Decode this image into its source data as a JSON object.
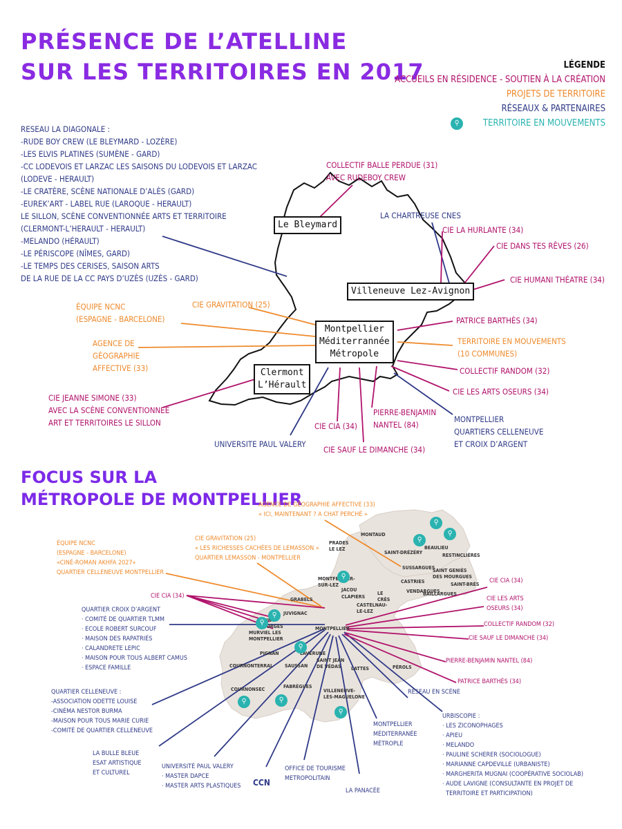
{
  "title": {
    "line1": "PRÉSENCE DE L’ATELLINE",
    "line2": "SUR LES TERRITOIRES EN 2017"
  },
  "legend": {
    "heading": "LÉGENDE",
    "residence": "ACCUEILS EN RÉSIDENCE - SOUTIEN À LA CRÉATION",
    "projets": "PROJETS DE TERRITOIRE",
    "reseaux": "RÉSEAUX & PARTENAIRES",
    "territoire": "TERRITOIRE EN MOUVEMENTS",
    "colors": {
      "residence": "#b0126b",
      "projets": "#ee8a2c",
      "reseaux": "#2f3a87",
      "territoire": "#2ab3b0"
    },
    "icon": "map-pin-icon"
  },
  "region": {
    "reseau": "RESEAU LA DIAGONALE :\n-RUDE BOY CREW (LE BLEYMARD - LOZÈRE)\n-LES ELVIS PLATINES (SUMÈNE - GARD)\n-CC LODEVOIS ET LARZAC LES SAISONS DU LODEVOIS ET LARZAC\n(LODEVE - HERAULT)\n-LE CRATÈRE, SCÈNE NATIONALE D’ALÈS (GARD)\n-EUREK’ART - LABEL RUE (LAROQUE - HERAULT)\nLE SILLON, SCÈNE CONVENTIONNÉE ARTS ET TERRITOIRE\n(CLERMONT-L’HERAULT - HERAULT)\n-MELANDO (HÉRAULT)\n-LE PÉRISCOPE (NÎMES, GARD)\n-LE TEMPS DES CERISES, SAISON ARTS\nDE LA RUE DE LA CC PAYS D’UZÈS (UZÈS - GARD)",
    "balle": "COLLECTIF BALLE PERDUE (31)\nAVEC RUDEBOY CREW",
    "chartreuse": "LA CHARTREUSE CNES",
    "hurlante": "CIE LA HURLANTE (34)",
    "reves": "CIE DANS TES RÊVES (26)",
    "humani": "CIE HUMANI THÉATRE (34)",
    "ncnc": "ÉQUIPE NCNC\n(ESPAGNE - BARCELONE)",
    "gravitation": "CIE GRAVITATION (25)",
    "agence": "AGENCE DE\nGÉOGRAPHIE\nAFFECTIVE (33)",
    "patrice": "PATRICE BARTHÈS (34)",
    "tem": "TERRITOIRE EN MOUVEMENTS\n(10 COMMUNES)",
    "random": "COLLECTIF RANDOM (32)",
    "oseurs": "CIE LES ARTS OSEURS (34)",
    "jeanne": "CIE JEANNE SIMONE (33)\nAVEC LA SCÈNE CONVENTIONNEE\nART ET TERRITOIRES LE SILLON",
    "upv": "UNIVERSITE PAUL VALERY",
    "cia": "CIE CIA (34)",
    "sauf": "CIE SAUF LE DIMANCHE (34)",
    "pbn": "PIERRE-BENJAMIN\nNANTEL (84)",
    "mqc": "MONTPELLIER\nQUARTIERS CELLENEUVE\nET CROIX D’ARGENT",
    "box_bleymard": "Le Bleymard",
    "box_villeneuve": "Villeneuve Lez-Avignon",
    "box_montpellier": "Montpellier\nMéditerrannée\nMétropole",
    "box_clermont": "Clermont\nL’Hérault"
  },
  "focus": {
    "title1": "FOCUS SUR LA",
    "title2": "MÉTROPOLE DE MONTPELLIER",
    "agence": "AGENCE DE GÉOGRAPHIE AFFECTIVE (33)\n« ICI, MAINTENANT ? A CHAT PERCHÉ »",
    "ncnc": "ÉQUIPE NCNC\n(ESPAGNE - BARCELONE)\n«CINÉ-ROMAN AKHFA 2027»\nQUARTIER CELLENEUVE MONTPELLIER",
    "gravitation": "CIE GRAVITATION (25)\n« LES RICHESSES CACHÉES DE LEMASSON »\nQUARTIER LEMASSON - MONTPELLIER",
    "cia_l": "CIE CIA (34)",
    "croix": "QUARTIER CROIX D’ARGENT\n· COMITÉ DE QUARTIER TLMM\n· ECOLE ROBERT SURCOUF\n· MAISON DES RAPATRIÉS\n· CALANDRETE LEPIC\n· MAISON POUR TOUS ALBERT CAMUS\n· ESPACE FAMILLE",
    "celleneuve": "QUARTIER CELLENEUVE :\n-ASSOCIATION ODETTE LOUISE\n-CINÉMA NESTOR BURMA\n-MAISON POUR TOUS MARIE CURIE\n-COMITÉ DE QUARTIER CELLENEUVE",
    "bulle": "LA BULLE BLEUE\nESAT ARTISTIQUE\nET CULTUREL",
    "upv": "UNIVERSITÉ PAUL VALERY\n· MASTER DAPCE\n· MASTER ARTS PLASTIQUES",
    "ccn": "CCN",
    "office": "OFFICE DE TOURISME\nMETROPOLITAIN",
    "panacee": "LA PANACÉE",
    "mmm": "MONTPELLIER\nMÉDITERRANÉE\nMÉTROPLE",
    "reseau": "RÉSEAU EN SCÈNE",
    "urbi": "URBISCOPIE :\n· LES ZICONOPHAGES\n· APIEU\n· MELANDO\n· PAULINE SCHERER (SOCIOLOGUE)\n· MARIANNE CAPDEVILLE (URBANISTE)\n· MARGHERITA MUGNAI (COOPÉRATIVE SOCIOLAB)\n· AUDE LAVIGNE (CONSULTANTE EN PROJET DE\n  TERRITOIRE ET PARTICIPATION)",
    "cia_r": "CIE CIA (34)",
    "oseurs": "CIE LES ARTS\nOSEURS (34)",
    "random": "COLLECTIF RANDOM (32)",
    "sauf": "CIE SAUF LE DIMANCHE (34)",
    "pbn": "PIERRE-BENJAMIN NANTEL (84)",
    "patrice": "PATRICE BARTHÈS (34)",
    "towns": {
      "montaud": "MONTAUD",
      "stclement": "SAINT-DRÉZÉRY",
      "beaulieu": "BEAULIEU",
      "restinclieres": "RESTINCLIÈRES",
      "prades": "PRADES\nLE LEZ",
      "sussargues": "SUSSARGUES",
      "stgenies": "SAINT GENIÈS\nDES MOURGUES",
      "castries": "CASTRIES",
      "montferrier": "MONTFERRIER-\nSUR-LEZ",
      "jacou": "JACOU",
      "clapiers": "CLAPIERS",
      "lecres": "LE\nCRÈS",
      "vendargues": "VENDARGUES",
      "stbres": "SAINT-BRÈS",
      "baillargues": "BAILLARGUES",
      "castelnau": "CASTELNAU-\nLE-LEZ",
      "grabels": "GRABELS",
      "juvignac": "JUVIGNAC",
      "stgeorges": "SAINT\nGEORGES",
      "murviel": "MURVIEL LES\nMONTPELLIER",
      "montpellier": "MONTPELLIER",
      "pignan": "PIGNAN",
      "laverune": "LAVÉRUNE",
      "cournonterral": "COURNONTERRAL",
      "saussan": "SAUSSAN",
      "stjean": "SAINT JEAN\nDE VÉDAS",
      "lattes": "LATTES",
      "perols": "PÉROLS",
      "fabregues": "FABRÈGUES",
      "cournonsec": "COURNONSEC",
      "villeneuve": "VILLENEUVE-\nLÈS-MAGUELONE"
    }
  }
}
